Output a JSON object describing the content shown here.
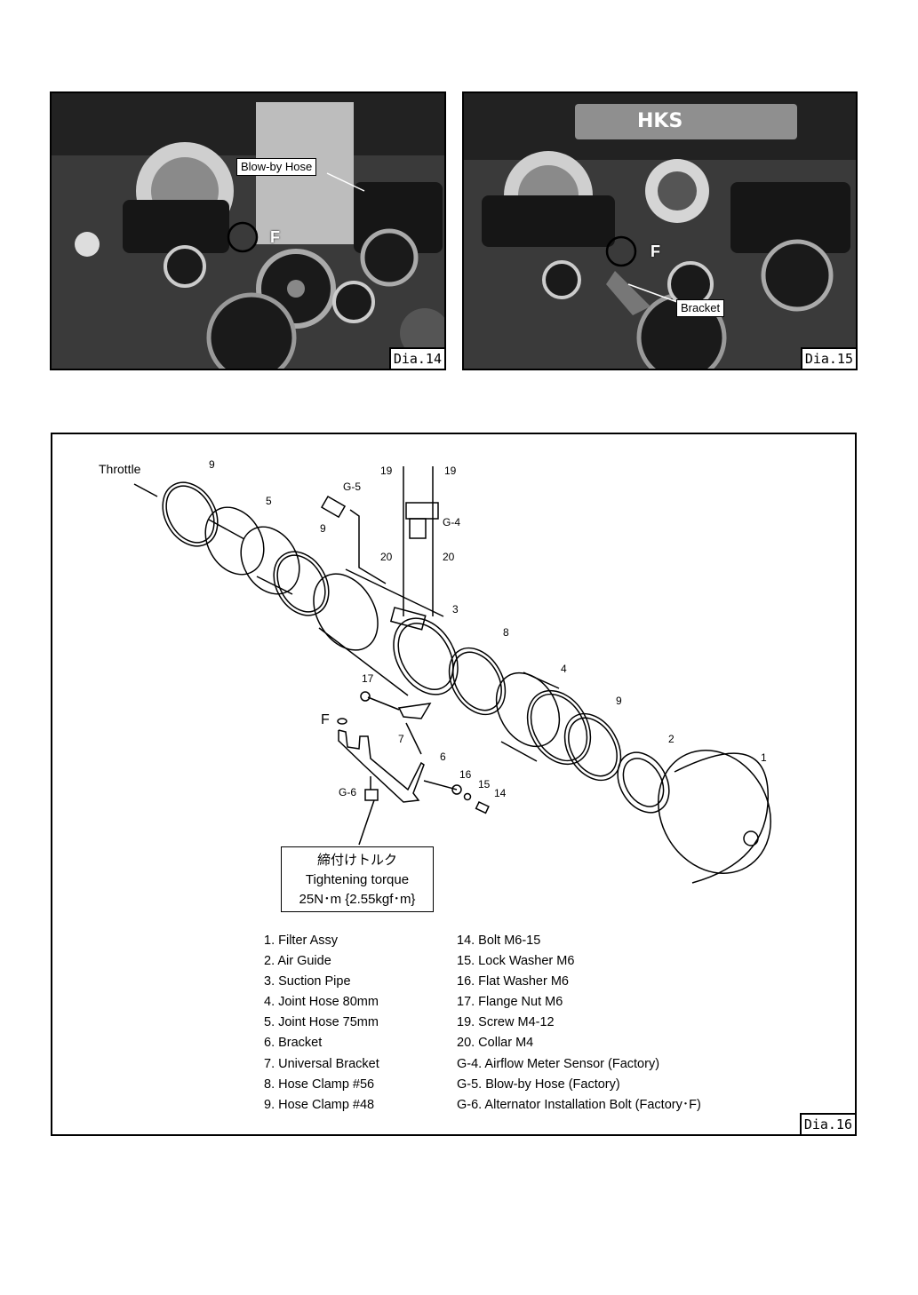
{
  "photo14": {
    "labels": {
      "blowby": "Blow-by Hose",
      "f": "F"
    },
    "tag": "Dia.14"
  },
  "photo15": {
    "labels": {
      "f": "F",
      "bracket": "Bracket"
    },
    "logo_text": "HKS",
    "tag": "Dia.15"
  },
  "diagram": {
    "callouts": {
      "throttle": "Throttle",
      "n9a": "9",
      "n5": "5",
      "g5": "G-5",
      "n9b": "9",
      "n19a": "19",
      "n19b": "19",
      "g4": "G-4",
      "n20a": "20",
      "n20b": "20",
      "n3": "3",
      "n8": "8",
      "n4": "4",
      "n9c": "9",
      "n2": "2",
      "n1": "1",
      "n17": "17",
      "f": "F",
      "n7": "7",
      "n6": "6",
      "n16": "16",
      "n15": "15",
      "n14": "14",
      "g6": "G-6"
    },
    "torque": {
      "jp": "締付けトルク",
      "en": "Tightening torque",
      "value": "25N･m {2.55kgf･m}"
    },
    "legend_left": [
      "1. Filter Assy",
      "2. Air Guide",
      "3. Suction Pipe",
      "4. Joint Hose 80mm",
      "5. Joint Hose 75mm",
      "6. Bracket",
      "7. Universal Bracket",
      "8. Hose Clamp #56",
      "9. Hose Clamp #48"
    ],
    "legend_right": [
      "14. Bolt M6-15",
      "15. Lock Washer M6",
      "16. Flat Washer M6",
      "17. Flange Nut M6",
      "19. Screw M4-12",
      "20. Collar M4",
      "G-4. Airflow Meter Sensor (Factory)",
      "G-5. Blow-by Hose (Factory)",
      "G-6. Alternator Installation Bolt (Factory･F)"
    ],
    "tag": "Dia.16"
  }
}
